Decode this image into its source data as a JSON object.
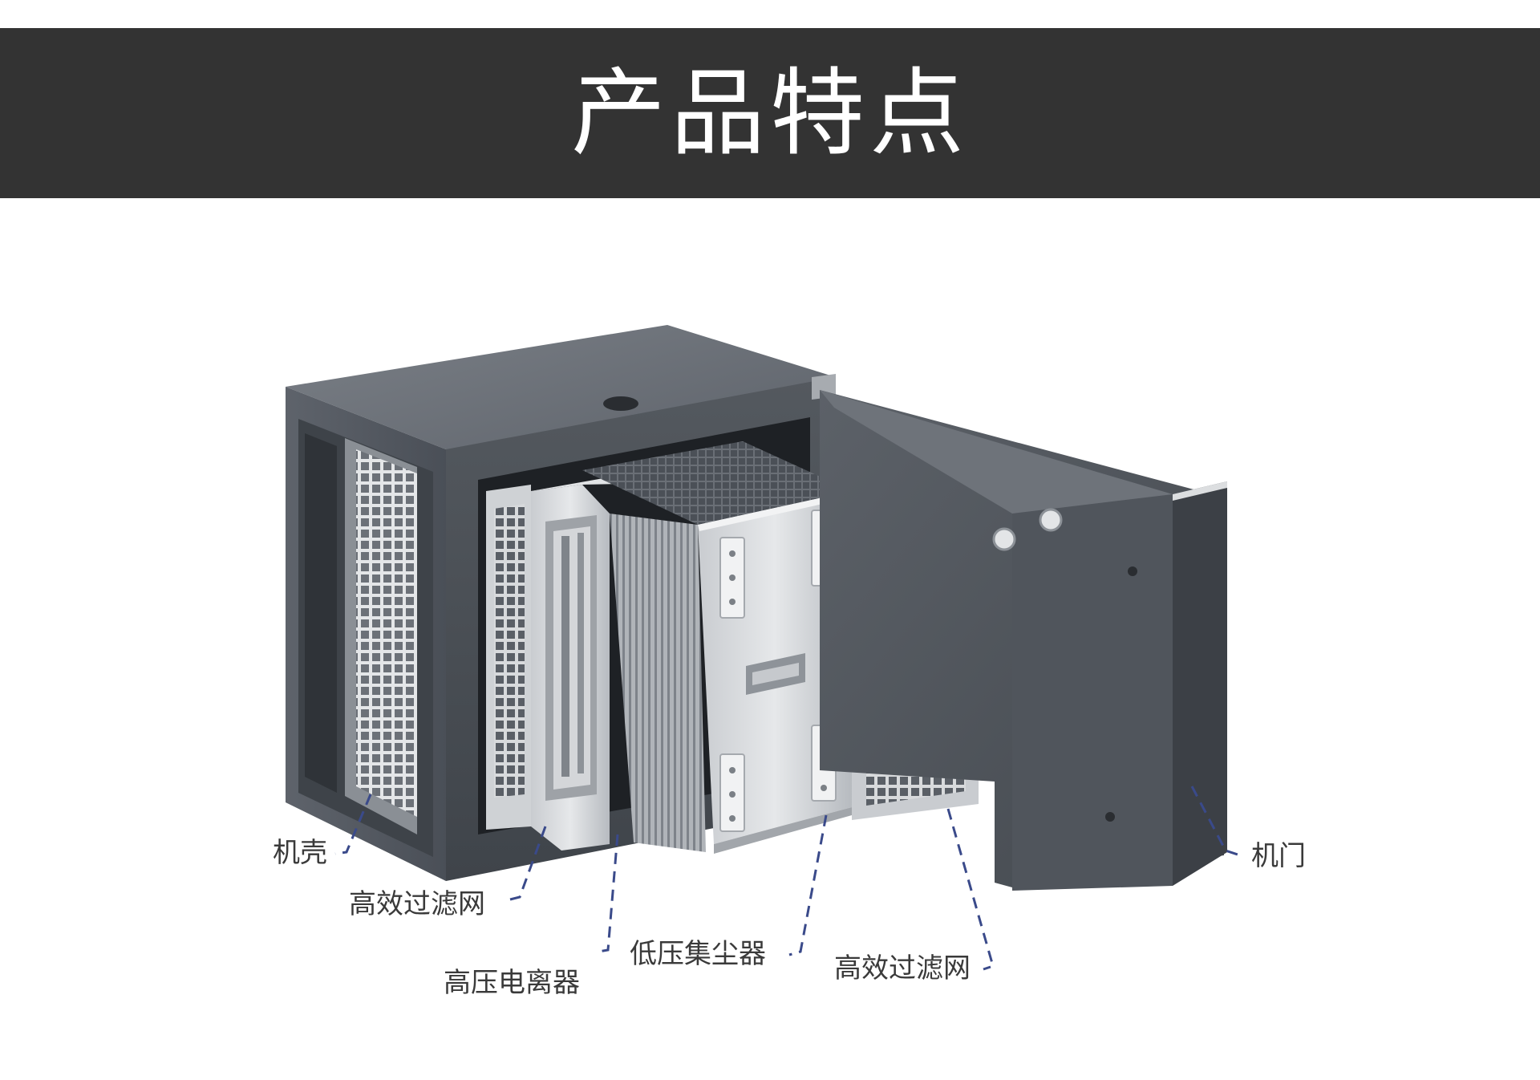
{
  "header": {
    "title": "产品特点"
  },
  "diagram": {
    "labels": {
      "shell": "机壳",
      "filter_left": "高效过滤网",
      "ionizer": "高压电离器",
      "collector": "低压集尘器",
      "filter_right": "高效过滤网",
      "door": "机门"
    }
  },
  "colors": {
    "header_bg": "#333333",
    "header_text": "#ffffff",
    "leader_line": "#3a4a8a",
    "label_text": "#3a3a3a"
  }
}
